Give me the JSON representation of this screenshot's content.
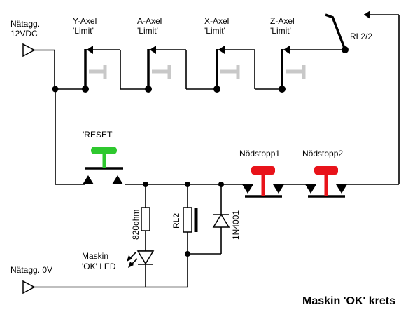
{
  "supply_top": {
    "line1": "Nätagg.",
    "line2": "12VDC"
  },
  "supply_bottom": "Nätagg. 0V",
  "limits": [
    {
      "line1": "Y-Axel",
      "line2": "'Limit'"
    },
    {
      "line1": "A-Axel",
      "line2": "'Limit'"
    },
    {
      "line1": "X-Axel",
      "line2": "'Limit'"
    },
    {
      "line1": "Z-Axel",
      "line2": "'Limit'"
    }
  ],
  "relay_contact": "RL2/2",
  "reset": {
    "label": "'RESET'",
    "color": "#2ec82e"
  },
  "estops": [
    {
      "label": "Nödstopp1",
      "color": "#e8131a"
    },
    {
      "label": "Nödstopp2",
      "color": "#e8131a"
    }
  ],
  "resistor": "820ohm",
  "relay_coil": "RL2",
  "diode": "1N4001",
  "led": {
    "line1": "Maskin",
    "line2": "'OK' LED"
  },
  "title": "Maskin 'OK' krets",
  "colors": {
    "limit_grey": "#c8c8c8"
  }
}
